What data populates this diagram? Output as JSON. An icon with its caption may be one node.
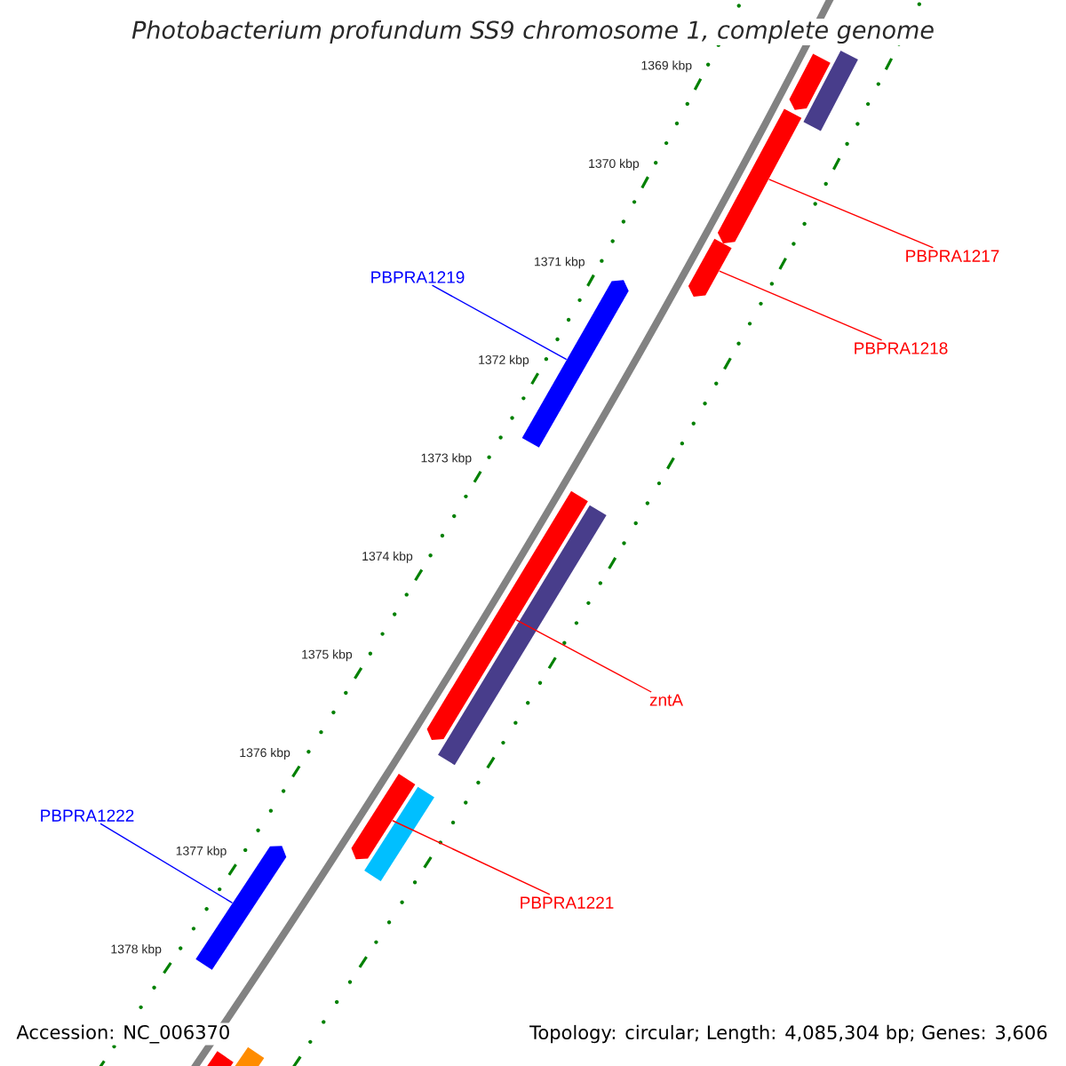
{
  "diagram": {
    "title": "Photobacterium profundum SS9 chromosome 1, complete genome",
    "nodes": [
      {
        "text": [
          "PBPRA1217"
        ]
      },
      {
        "text": [
          "PBPRA1218"
        ]
      },
      {
        "text": [
          "PBPRA1219"
        ]
      },
      {
        "text": [
          "zntA"
        ]
      },
      {
        "text": [
          "PBPRA1221"
        ]
      },
      {
        "text": [
          "PBPRA1222"
        ]
      },
      {
        "text": [],
        "shape": "bar"
      },
      {
        "text": [],
        "shape": "bar"
      },
      {
        "text": [],
        "shape": "bar"
      },
      {
        "text": [],
        "shape": "bar"
      },
      {
        "text": [],
        "shape": "bar"
      },
      {
        "text": [],
        "shape": "bar"
      },
      {
        "text": [],
        "shape": "bar"
      },
      {
        "text": [],
        "shape": "bar"
      },
      {
        "text": [],
        "shape": "bar"
      },
      {
        "text": [],
        "shape": "bar"
      },
      {
        "text": [],
        "shape": "bar"
      },
      {
        "text": [],
        "shape": "bar"
      }
    ],
    "edges": [
      {
        "from": 0,
        "to": 8,
        "arrow": "none"
      },
      {
        "from": 1,
        "to": 9,
        "arrow": "none"
      },
      {
        "from": 2,
        "to": 10,
        "arrow": "none",
        "color": "#0000ff"
      },
      {
        "from": 3,
        "to": 11,
        "arrow": "none"
      },
      {
        "from": 4,
        "to": 13,
        "arrow": "none"
      },
      {
        "from": 5,
        "to": 15,
        "arrow": "none",
        "color": "#0000ff"
      }
    ],
    "labels": [
      "1369 kbp",
      "1370 kbp",
      "1371 kbp",
      "1372 kbp",
      "1373 kbp",
      "1374 kbp",
      "1375 kbp",
      "1376 kbp",
      "1377 kbp",
      "1378 kbp",
      "Accession: NC_006370",
      "Topology: circular; Length: 4,085,304 bp; Genes: 3,606"
    ]
  }
}
